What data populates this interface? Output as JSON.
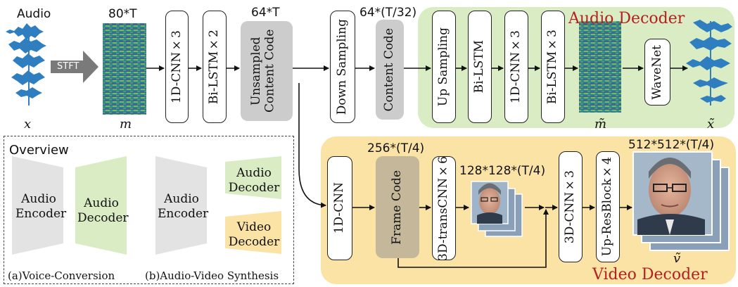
{
  "audio_input": {
    "label": "Audio",
    "var": "x"
  },
  "stft": {
    "label": "STFT"
  },
  "mel": {
    "dim": "80*T",
    "var": "m"
  },
  "encoder": {
    "conv": "1D-CNN×3",
    "lstm": "Bi-LSTM×2",
    "code_dim": "64*T",
    "code": "Unsampled Content Code"
  },
  "downsample": {
    "label": "Down Sampling",
    "dim": "64*(T/32)",
    "code": "Content Code"
  },
  "audio_decoder": {
    "title": "Audio Decoder",
    "blocks": [
      "Up Sampling",
      "Bi-LSTM",
      "1D-CNN×3",
      "Bi-LSTM×3"
    ],
    "mel_var": "m̃",
    "vocoder": "WaveNet",
    "out_var": "x̃"
  },
  "video_decoder": {
    "title": "Video Decoder",
    "conv": "1D-CNN",
    "frame_dim": "256*(T/4)",
    "frame_code": "Frame Code",
    "trans": "3D-transCNN×6",
    "mid_dim": "128*128*(T/4)",
    "conv3d": "3D-CNN×3",
    "upres": "Up-ResBlock×4",
    "out_dim": "512*512*(T/4)",
    "out_var": "ṽ"
  },
  "overview": {
    "title": "Overview",
    "a_encoder": "Audio\nEncoder",
    "a_decoder": "Audio\nDecoder",
    "b_encoder": "Audio\nEncoder",
    "b_audio_decoder": "Audio\nDecoder",
    "b_video_decoder": "Video\nDecoder",
    "caption_a": "(a)Voice-Conversion",
    "caption_b": "(b)Audio-Video Synthesis"
  },
  "colors": {
    "audio_panel": "#d9ecc4",
    "video_panel": "#fbe3a6",
    "accent_red": "#b51f1f",
    "waveform": "#2f7fc0",
    "gray_block": "#cccccc",
    "frame_code": "#c4b79a"
  }
}
